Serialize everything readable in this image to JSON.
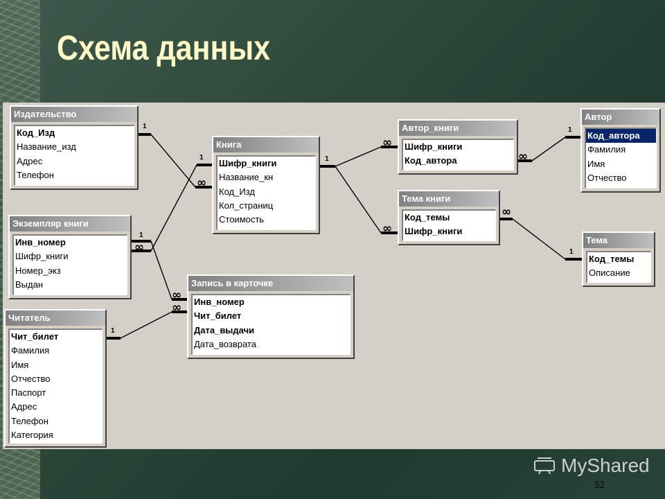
{
  "title": "Схема данных",
  "page_number": "52",
  "watermark": "MyShared",
  "tables": [
    {
      "name": "Издательство",
      "fields": [
        {
          "text": "Код_Изд",
          "key": true
        },
        {
          "text": "Название_изд"
        },
        {
          "text": "Адрес"
        },
        {
          "text": "Телефон"
        }
      ]
    },
    {
      "name": "Экземпляр книги",
      "fields": [
        {
          "text": "Инв_номер",
          "key": true
        },
        {
          "text": "Шифр_книги"
        },
        {
          "text": "Номер_экз"
        },
        {
          "text": "Выдан"
        }
      ]
    },
    {
      "name": "Читатель",
      "fields": [
        {
          "text": "Чит_билет",
          "key": true
        },
        {
          "text": "Фамилия"
        },
        {
          "text": "Имя"
        },
        {
          "text": "Отчество"
        },
        {
          "text": "Паспорт"
        },
        {
          "text": "Адрес"
        },
        {
          "text": "Телефон"
        },
        {
          "text": "Категория"
        }
      ]
    },
    {
      "name": "Книга",
      "fields": [
        {
          "text": "Шифр_книги",
          "key": true
        },
        {
          "text": "Название_кн"
        },
        {
          "text": "Код_Изд"
        },
        {
          "text": "Кол_страниц"
        },
        {
          "text": "Стоимость"
        }
      ]
    },
    {
      "name": "Запись в карточке",
      "fields": [
        {
          "text": "Инв_номер",
          "key": true
        },
        {
          "text": "Чит_билет",
          "key": true
        },
        {
          "text": "Дата_выдачи",
          "key": true
        },
        {
          "text": "Дата_возврата"
        }
      ]
    },
    {
      "name": "Автор_книги",
      "fields": [
        {
          "text": "Шифр_книги",
          "key": true
        },
        {
          "text": "Код_автора",
          "key": true
        }
      ]
    },
    {
      "name": "Тема книги",
      "fields": [
        {
          "text": "Код_темы",
          "key": true
        },
        {
          "text": "Шифр_книги",
          "key": true
        }
      ]
    },
    {
      "name": "Автор",
      "fields": [
        {
          "text": "Код_автора",
          "key": true,
          "selected": true
        },
        {
          "text": "Фамилия"
        },
        {
          "text": "Имя"
        },
        {
          "text": "Отчество"
        }
      ]
    },
    {
      "name": "Тема",
      "fields": [
        {
          "text": "Код_темы",
          "key": true
        },
        {
          "text": "Описание"
        }
      ]
    }
  ],
  "relationships": [
    {
      "from": "Издательство.Код_Изд",
      "to": "Книга.Код_Изд",
      "from_card": "1",
      "to_card": "∞"
    },
    {
      "from": "Книга.Шифр_книги",
      "to": "Экземпляр книги.Шифр_книги",
      "from_card": "1",
      "to_card": "∞"
    },
    {
      "from": "Экземпляр книги.Инв_номер",
      "to": "Запись в карточке.Инв_номер",
      "from_card": "1",
      "to_card": "∞"
    },
    {
      "from": "Читатель.Чит_билет",
      "to": "Запись в карточке.Чит_билет",
      "from_card": "1",
      "to_card": "∞"
    },
    {
      "from": "Книга.Шифр_книги",
      "to": "Автор_книги.Шифр_книги",
      "from_card": "1",
      "to_card": "∞"
    },
    {
      "from": "Книга.Шифр_книги",
      "to": "Тема книги.Шифр_книги",
      "from_card": "1",
      "to_card": "∞"
    },
    {
      "from": "Автор.Код_автора",
      "to": "Автор_книги.Код_автора",
      "from_card": "1",
      "to_card": "∞"
    },
    {
      "from": "Тема.Код_темы",
      "to": "Тема книги.Код_темы",
      "from_card": "1",
      "to_card": "∞"
    }
  ]
}
